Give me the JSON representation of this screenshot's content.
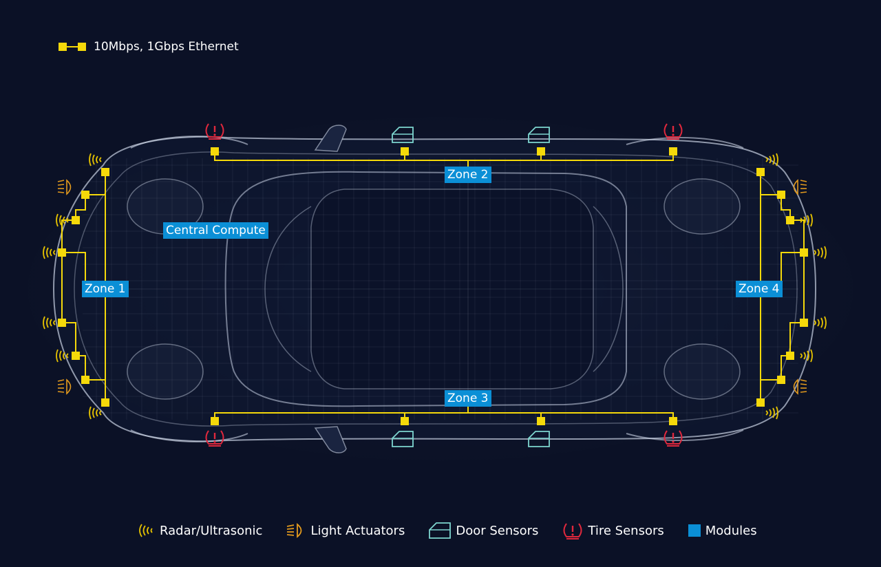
{
  "legend_top": {
    "label": "10Mbps, 1Gbps Ethernet"
  },
  "zones": {
    "zone1": "Zone 1",
    "zone2": "Zone 2",
    "zone3": "Zone 3",
    "zone4": "Zone 4",
    "central": "Central Compute"
  },
  "legend_bottom": [
    {
      "label": "Radar/Ultrasonic",
      "icon": "radar-icon"
    },
    {
      "label": "Light Actuators",
      "icon": "light-actuator-icon"
    },
    {
      "label": "Door Sensors",
      "icon": "door-sensor-icon"
    },
    {
      "label": "Tire Sensors",
      "icon": "tire-sensor-icon"
    },
    {
      "label": "Modules",
      "icon": "module-icon"
    }
  ],
  "colors": {
    "background": "#0b1126",
    "ethernet": "#f5d90a",
    "radar": "#e6c300",
    "light": "#e39a1d",
    "door": "#7ed6d0",
    "tire": "#e0283d",
    "module": "#0b8fd6",
    "car_outline": "#c9d2e3"
  }
}
